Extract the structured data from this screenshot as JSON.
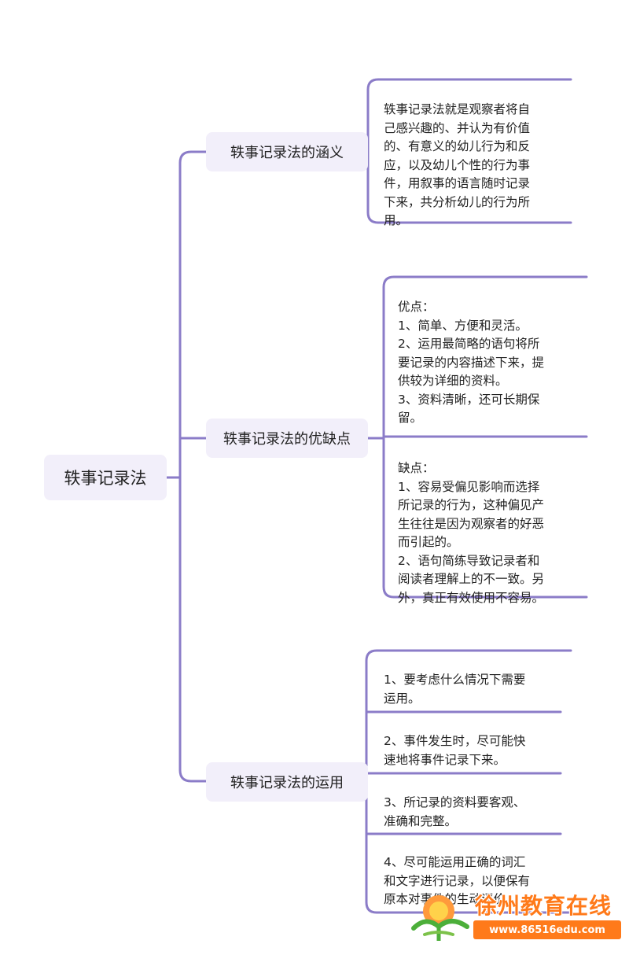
{
  "root": {
    "label": "轶事记录法"
  },
  "branches": [
    {
      "label": "轶事记录法的涵义",
      "leaves": [
        "轶事记录法就是观察者将自\n己感兴趣的、并认为有价值\n的、有意义的幼儿行为和反\n应，以及幼儿个性的行为事\n件，用叙事的语言随时记录\n下来，共分析幼儿的行为所\n用。"
      ]
    },
    {
      "label": "轶事记录法的优缺点",
      "leaves": [
        "优点：\n1、简单、方便和灵活。\n2、运用最简略的语句将所\n要记录的内容描述下来，提\n供较为详细的资料。\n3、资料清晰，还可长期保\n留。",
        "缺点：\n1、容易受偏见影响而选择\n所记录的行为，这种偏见产\n生往往是因为观察者的好恶\n而引起的。\n2、语句简练导致记录者和\n阅读者理解上的不一致。另\n外，真正有效使用不容易。"
      ]
    },
    {
      "label": "轶事记录法的运用",
      "leaves": [
        "1、要考虑什么情况下需要\n运用。",
        "2、事件发生时，尽可能快\n速地将事件记录下来。",
        "3、所记录的资料要客观、\n准确和完整。",
        "4、尽可能运用正确的词汇\n和文字进行记录，以便保有\n原本对事件的生动评价。"
      ]
    }
  ],
  "style": {
    "line_color": "#8b7cc8",
    "node_fill": "#f2effa"
  },
  "watermark": {
    "title": "徐州教育在线",
    "url": "www.86516edu.com",
    "color": "#ff7a1a"
  }
}
